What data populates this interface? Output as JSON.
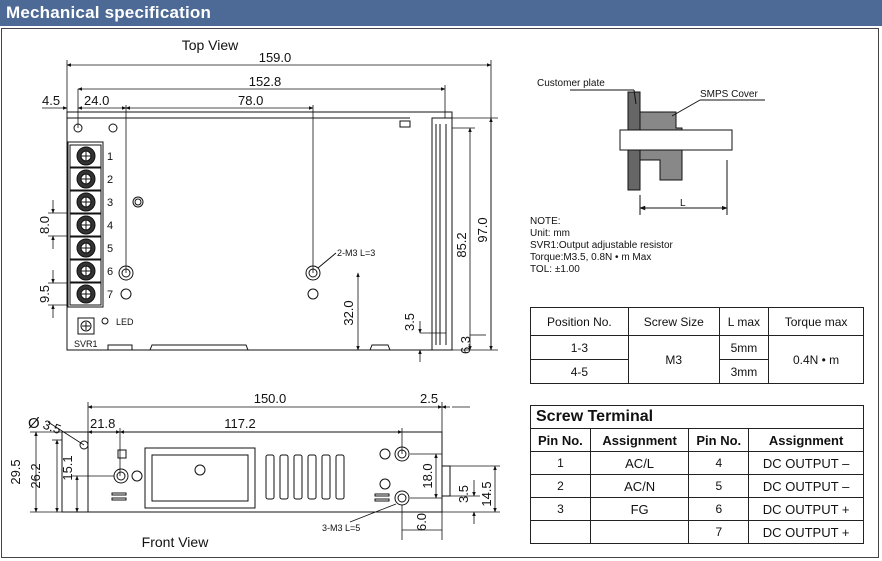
{
  "header": {
    "title": "Mechanical specification"
  },
  "top_view": {
    "title": "Top View",
    "dims": {
      "d159": "159.0",
      "d152_8": "152.8",
      "d4_5": "4.5",
      "d24": "24.0",
      "d78": "78.0",
      "d85_2": "85.2",
      "d97": "97.0",
      "d8": "8.0",
      "d9_5": "9.5",
      "d32": "32.0",
      "d3_5": "3.5",
      "d6_3": "6.3"
    },
    "terminal_numbers": [
      "1",
      "2",
      "3",
      "4",
      "5",
      "6",
      "7"
    ],
    "screw_note": "2-M3 L=3",
    "led_label": "LED",
    "svr_label": "SVR1"
  },
  "front_view": {
    "title": "Front View",
    "dims": {
      "d150": "150.0",
      "d2_5": "2.5",
      "dia": "3.5",
      "d21_8": "21.8",
      "d117_2": "117.2",
      "d29_5": "29.5",
      "d26_2": "26.2",
      "d15_1": "15.1",
      "d18": "18.0",
      "d3_5": "3.5",
      "d14_5": "14.5",
      "d6": "6.0"
    },
    "screw_note": "3-M3 L=5"
  },
  "detail": {
    "customer_plate": "Customer plate",
    "smps_cover": "SMPS Cover",
    "l_label": "L"
  },
  "notes": [
    "NOTE:",
    "Unit: mm",
    "SVR1:Output adjustable resistor",
    "Torque:M3.5, 0.8N • m Max",
    "TOL: ±1.00"
  ],
  "torque_table": {
    "headers": [
      "Position No.",
      "Screw Size",
      "L max",
      "Torque max"
    ],
    "rows": [
      {
        "position": "1-3",
        "l_max": "5mm"
      },
      {
        "position": "4-5",
        "l_max": "3mm"
      }
    ],
    "screw_size": "M3",
    "torque": "0.4N • m"
  },
  "screw_terminal": {
    "title": "Screw Terminal",
    "headers": [
      "Pin No.",
      "Assignment",
      "Pin No.",
      "Assignment"
    ],
    "rows": [
      {
        "pin_a": "1",
        "assign_a": "AC/L",
        "pin_b": "4",
        "assign_b": "DC OUTPUT –"
      },
      {
        "pin_a": "2",
        "assign_a": "AC/N",
        "pin_b": "5",
        "assign_b": "DC OUTPUT –"
      },
      {
        "pin_a": "3",
        "assign_a": "FG",
        "pin_b": "6",
        "assign_b": "DC OUTPUT +"
      },
      {
        "pin_a": "",
        "assign_a": "",
        "pin_b": "7",
        "assign_b": "DC OUTPUT +"
      }
    ]
  }
}
